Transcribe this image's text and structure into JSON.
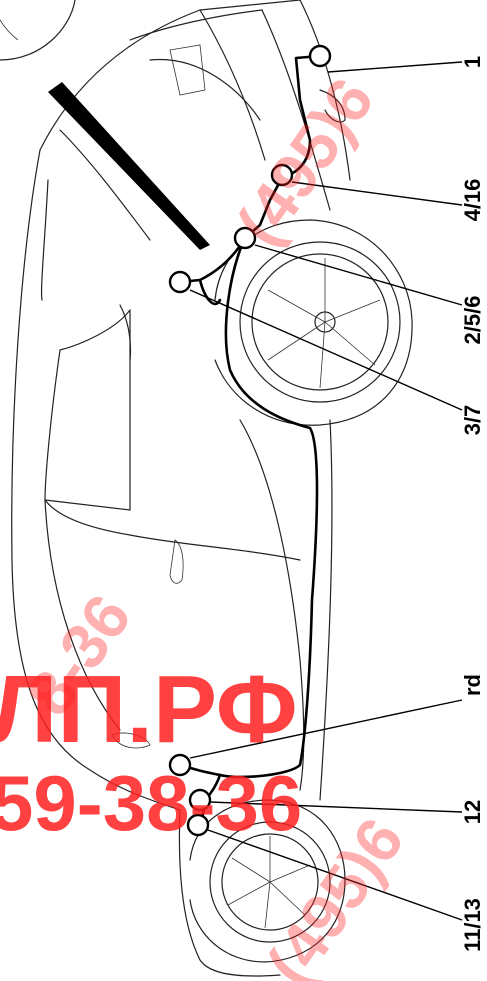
{
  "diagram": {
    "callouts": [
      {
        "id": "c1",
        "label": "1"
      },
      {
        "id": "c2",
        "label": "4/16"
      },
      {
        "id": "c3",
        "label": "2/5/6"
      },
      {
        "id": "c4",
        "label": "3/7"
      },
      {
        "id": "c5",
        "label": "rd"
      },
      {
        "id": "c6",
        "label": "12"
      },
      {
        "id": "c7",
        "label": "11/13"
      }
    ]
  },
  "watermark": {
    "line1": "ЛП.РФ",
    "line2": "59-38-36",
    "diag1": "(495)6",
    "diag2": "(495)6",
    "diag3": "8-36"
  },
  "colors": {
    "watermark": "#ff2020",
    "ink": "#000000"
  }
}
